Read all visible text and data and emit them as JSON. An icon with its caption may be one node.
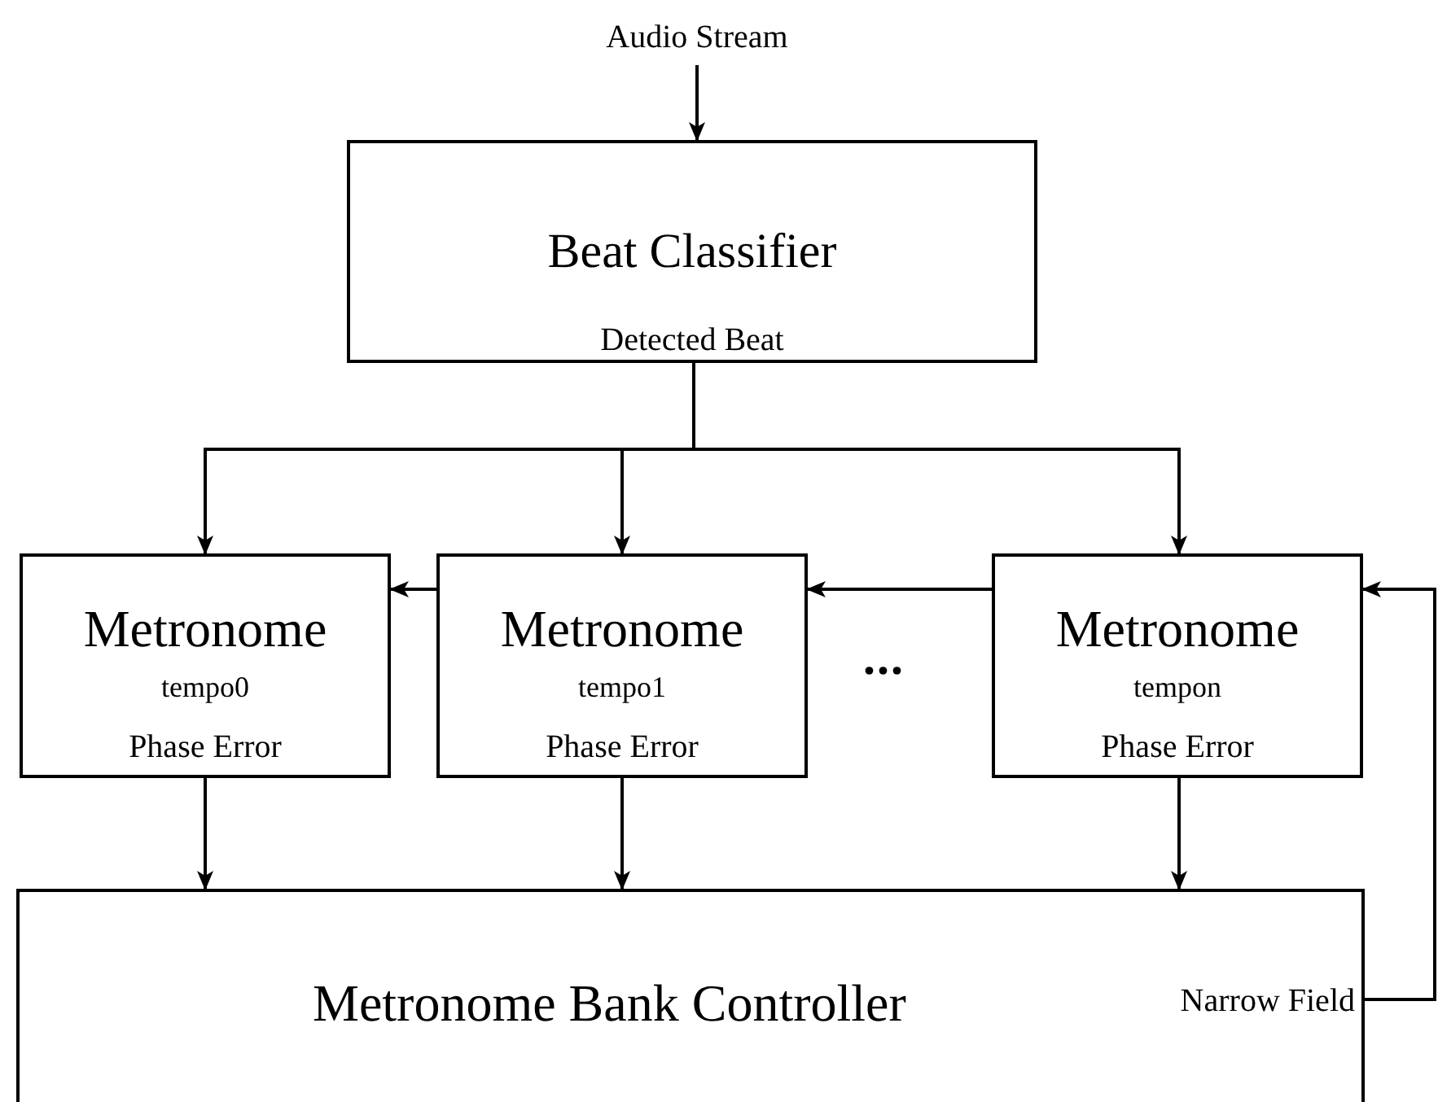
{
  "diagram": {
    "nodes": [
      {
        "text": [
          "Audio Stream"
        ]
      },
      {
        "text": [
          "Beat Classifier",
          "Detected Beat"
        ]
      },
      {
        "text": [
          "Metronome",
          "tempo0",
          "Phase Error"
        ]
      },
      {
        "text": [
          "Metronome",
          "tempo1",
          "Phase Error"
        ]
      },
      {
        "text": [
          "Metronome",
          "tempon",
          "Phase Error"
        ]
      },
      {
        "text": [
          "Metronome Bank Controller",
          "Narrow Field"
        ]
      }
    ],
    "edges": [
      {
        "from": 0,
        "to": 1,
        "arrow": "to"
      },
      {
        "from": 1,
        "to": 2,
        "arrow": "to"
      },
      {
        "from": 1,
        "to": 3,
        "arrow": "to"
      },
      {
        "from": 1,
        "to": 4,
        "arrow": "to"
      },
      {
        "from": 4,
        "to": 3,
        "arrow": "to"
      },
      {
        "from": 3,
        "to": 2,
        "arrow": "to"
      },
      {
        "from": 2,
        "to": 5,
        "arrow": "to"
      },
      {
        "from": 3,
        "to": 5,
        "arrow": "to"
      },
      {
        "from": 4,
        "to": 5,
        "arrow": "to"
      },
      {
        "from": 5,
        "to": 4,
        "arrow": "to"
      }
    ],
    "labels": [
      "..."
    ]
  }
}
